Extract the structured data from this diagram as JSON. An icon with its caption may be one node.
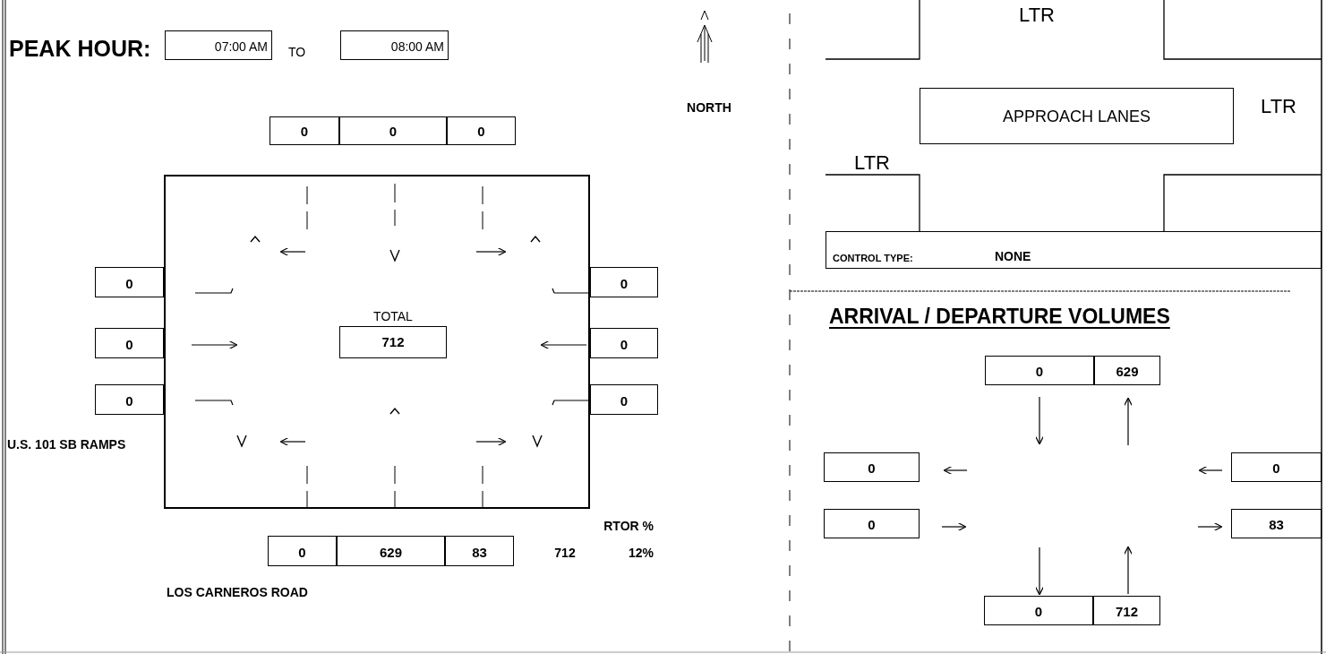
{
  "diagram": {
    "nodes": [
      {
        "text": [
          "07:00 AM"
        ]
      },
      {
        "text": [
          "08:00 AM"
        ]
      },
      {
        "text": [
          "0"
        ]
      },
      {
        "text": [
          "0"
        ]
      },
      {
        "text": [
          "0"
        ]
      },
      {
        "text": [],
        "shape": "box"
      },
      {
        "text": [
          "TOTAL",
          "712"
        ],
        "in": 5
      },
      {
        "text": [
          "0"
        ]
      },
      {
        "text": [
          "0"
        ]
      },
      {
        "text": [
          "0"
        ]
      },
      {
        "text": [
          "0"
        ]
      },
      {
        "text": [
          "0"
        ]
      },
      {
        "text": [
          "0"
        ]
      },
      {
        "text": [
          "0"
        ]
      },
      {
        "text": [
          "629"
        ]
      },
      {
        "text": [
          "83"
        ]
      },
      {
        "text": [
          "APPROACH LANES"
        ]
      },
      {
        "text": [
          "CONTROL TYPE:",
          "NONE"
        ]
      },
      {
        "text": [
          "0"
        ]
      },
      {
        "text": [
          "629"
        ]
      },
      {
        "text": [
          "0"
        ]
      },
      {
        "text": [
          "0"
        ]
      },
      {
        "text": [
          "0"
        ]
      },
      {
        "text": [
          "83"
        ]
      },
      {
        "text": [
          "0"
        ]
      },
      {
        "text": [
          "712"
        ]
      }
    ],
    "labels": [
      "PEAK HOUR:",
      "TO",
      "NORTH",
      "LTR",
      "LTR",
      "LTR",
      "ARRIVAL / DEPARTURE VOLUMES",
      "U.S. 101 SB RAMPS",
      "RTOR %",
      "712",
      "12%",
      "LOS CARNEROS ROAD"
    ]
  }
}
